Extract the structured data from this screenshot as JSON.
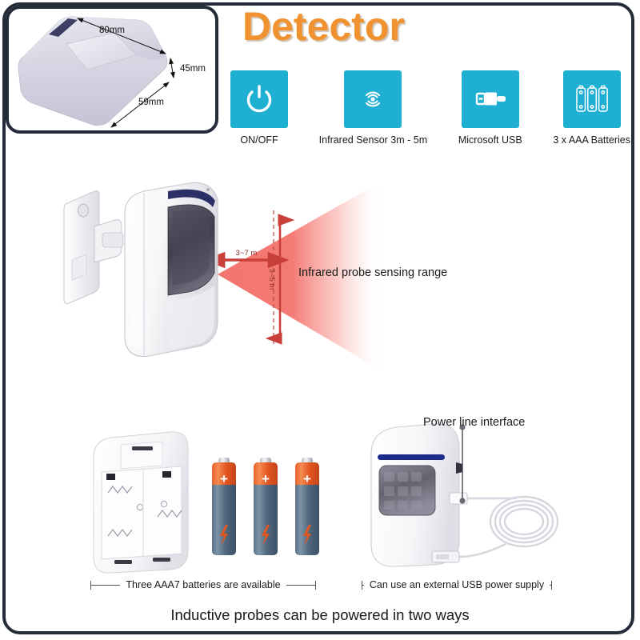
{
  "page": {
    "title": "Detector",
    "headline": "Inductive probes can be powered in two ways",
    "accent_orange": "#F0922F",
    "accent_cyan": "#1FAFD2",
    "frame_color": "#252b38",
    "range_color": "#F4746E"
  },
  "dimension_inset": {
    "name": "product-dimensions",
    "length": "80mm",
    "height": "45mm",
    "depth": "59mm"
  },
  "features": [
    {
      "icon": "power-icon",
      "label": "ON/OFF"
    },
    {
      "icon": "infrared-sensor-icon",
      "label": "Infrared Sensor 3m - 5m"
    },
    {
      "icon": "usb-icon",
      "label": "Microsoft USB"
    },
    {
      "icon": "batteries-icon",
      "label": "3 x AAA Batteries"
    }
  ],
  "sensing_range": {
    "caption": "Infrared probe sensing range",
    "horizontal": "3~7 m",
    "vertical": "3~5 m"
  },
  "power_options": [
    {
      "caption": "Three AAA7 batteries are available",
      "battery_plus": "+",
      "battery_count": 3
    },
    {
      "caption": "Can use an external USB power supply",
      "callout": "Power line interface"
    }
  ]
}
